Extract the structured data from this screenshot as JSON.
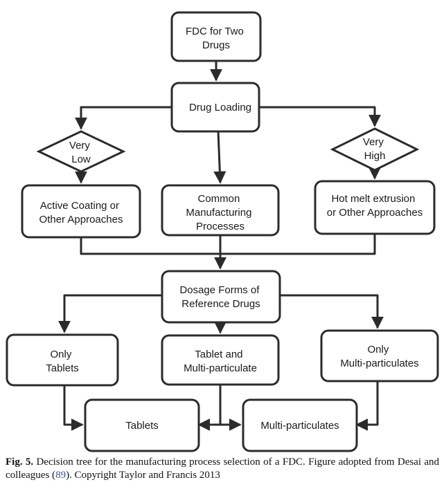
{
  "diagram": {
    "nodes": {
      "root": {
        "lines": [
          "FDC for Two",
          "Drugs"
        ]
      },
      "drug_loading": {
        "lines": [
          "Drug Loading"
        ]
      },
      "very_low": {
        "lines": [
          "Very",
          "Low"
        ]
      },
      "very_high": {
        "lines": [
          "Very",
          "High"
        ]
      },
      "active_coating": {
        "lines": [
          "Active Coating or",
          "Other Approaches"
        ]
      },
      "common_manufacturing": {
        "lines": [
          "Common",
          "Manufacturing",
          "Processes"
        ]
      },
      "hot_melt": {
        "lines": [
          "Hot melt extrusion",
          "or Other Approaches"
        ]
      },
      "dosage_forms": {
        "lines": [
          "Dosage Forms of",
          "Reference Drugs"
        ]
      },
      "only_tablets": {
        "lines": [
          "Only",
          "Tablets"
        ]
      },
      "tablet_multi": {
        "lines": [
          "Tablet and",
          "Multi-particulate"
        ]
      },
      "only_multi": {
        "lines": [
          "Only",
          "Multi-particulates"
        ]
      },
      "tablets": {
        "lines": [
          "Tablets"
        ]
      },
      "multi_particulates": {
        "lines": [
          "Multi-particulates"
        ]
      }
    }
  },
  "caption": {
    "label": "Fig. 5.",
    "text_before_ref": " Decision tree for the manufacturing process selection of a FDC. Figure adopted from Desai and colleagues (",
    "ref": "89",
    "text_after_ref": "). Copyright Taylor and Francis 2013"
  },
  "colors": {
    "stroke": "#2b2b2b",
    "text": "#1a1a1a",
    "ref_link": "#3b4fb5"
  }
}
